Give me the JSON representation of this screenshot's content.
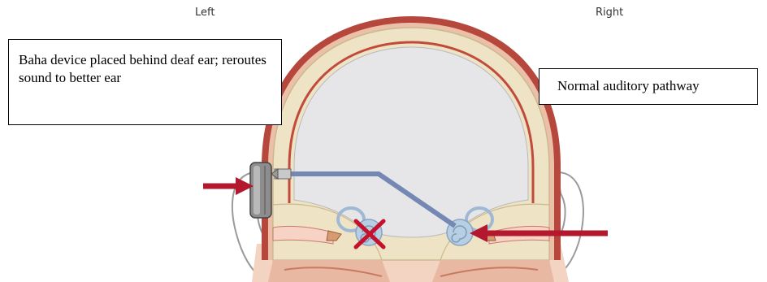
{
  "labels": {
    "left": "Left",
    "right": "Right"
  },
  "callouts": {
    "baha": "Baha device placed behind deaf ear; reroutes sound to better ear",
    "normal": "Normal auditory pathway"
  },
  "colors": {
    "skull_outer": "#b5473c",
    "bone": "#eee3c5",
    "brain_cavity": "#e6e6e8",
    "skin": "#f4d8c6",
    "arrow": "#b3182e",
    "sound_path": "#7488b3",
    "cochlea": "#b7cfe3",
    "device": "#8d8d8d"
  },
  "icons": {
    "blocked": "cross-mark-icon",
    "sound_in": "arrow-right-icon",
    "sound_in_right": "arrow-left-icon"
  }
}
